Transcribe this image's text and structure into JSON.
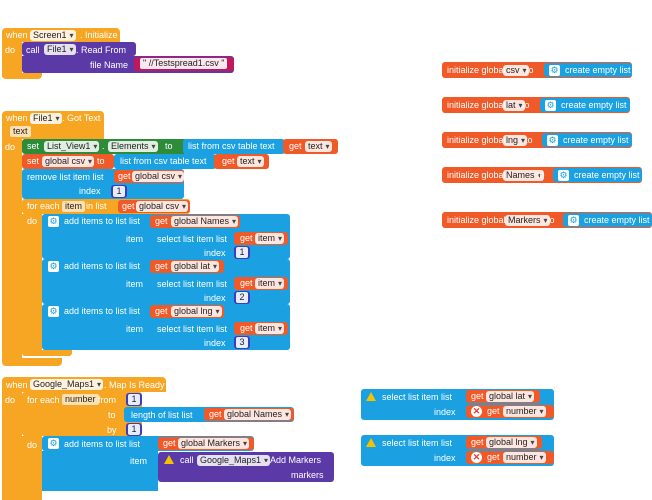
{
  "kw": {
    "when": "when",
    "do": "do",
    "call": "call",
    "set": "set",
    "to": "to",
    "get": "get",
    "text": "text",
    "initialize_global": "initialize global",
    "create_empty_list": "create empty list",
    "for_each": "for each",
    "in_list": "in list",
    "from": "from",
    "by": "by",
    "item": "item",
    "index": "index",
    "list": "list",
    "dot": "."
  },
  "screen_init": {
    "component": "Screen1",
    "event": "Initialize",
    "call_component": "File1",
    "call_method": "Read From",
    "param_label": "file Name",
    "file_name": "//Testspread1.csv"
  },
  "globals": [
    {
      "name": "csv"
    },
    {
      "name": "lat"
    },
    {
      "name": "lng"
    },
    {
      "name": "Names"
    },
    {
      "name": "Markers"
    }
  ],
  "file_got_text": {
    "component": "File1",
    "event": "Got Text",
    "param": "text",
    "set_component": "List_View1",
    "set_property": "Elements",
    "list_from_csv": "list from csv table  text",
    "set_global": "global csv",
    "remove_list_item": "remove list item  list",
    "remove_index": "1",
    "foreach_var": "item",
    "get_global_csv": "global csv",
    "add_items_to_list": "add items to list  list",
    "select_list_item": "select list item  list",
    "targets": [
      "global Names",
      "global lat",
      "global lng"
    ],
    "indices": [
      "1",
      "2",
      "3"
    ]
  },
  "maps_ready": {
    "component": "Google_Maps1",
    "event": "Map Is Ready",
    "foreach_var": "number",
    "from_val": "1",
    "by_val": "1",
    "length_of_list": "length of list  list",
    "get_names": "global Names",
    "add_items_to_list": "add items to list  list",
    "get_markers": "global Markers",
    "call_component": "Google_Maps1",
    "call_method": "Add Markers",
    "markers_label": "markers"
  },
  "loose_blocks": [
    {
      "label": "select list item  list",
      "list_var": "global lat",
      "index_label": "index",
      "index_var": "number"
    },
    {
      "label": "select list item  list",
      "list_var": "global lng",
      "index_label": "index",
      "index_var": "number"
    }
  ]
}
